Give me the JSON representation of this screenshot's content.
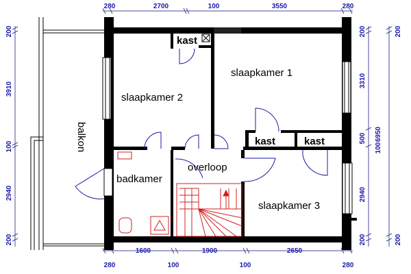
{
  "rooms": {
    "slaapkamer1": "slaapkamer 1",
    "slaapkamer2": "slaapkamer 2",
    "slaapkamer3": "slaapkamer 3",
    "badkamer": "badkamer",
    "overloop": "overloop",
    "kast_top": "kast",
    "kast_right1": "kast",
    "kast_right2": "kast",
    "balkon": "balkon"
  },
  "dimensions": {
    "top": [
      "280",
      "2700",
      "100",
      "3550",
      "280"
    ],
    "bottom_upper": [
      "1600",
      "1900",
      "2650"
    ],
    "bottom_lower": [
      "280",
      "100",
      "100",
      "280"
    ],
    "left": [
      "200",
      "3910",
      "100",
      "2940",
      "200"
    ],
    "right_inner": [
      "200",
      "3310",
      "500",
      "100",
      "2940",
      "200"
    ],
    "right_total": "6950",
    "right_outer": [
      "200",
      "200"
    ]
  },
  "colors": {
    "dimension": "#1a1aa8",
    "stairs": "#d02020",
    "walls": "#000000"
  }
}
